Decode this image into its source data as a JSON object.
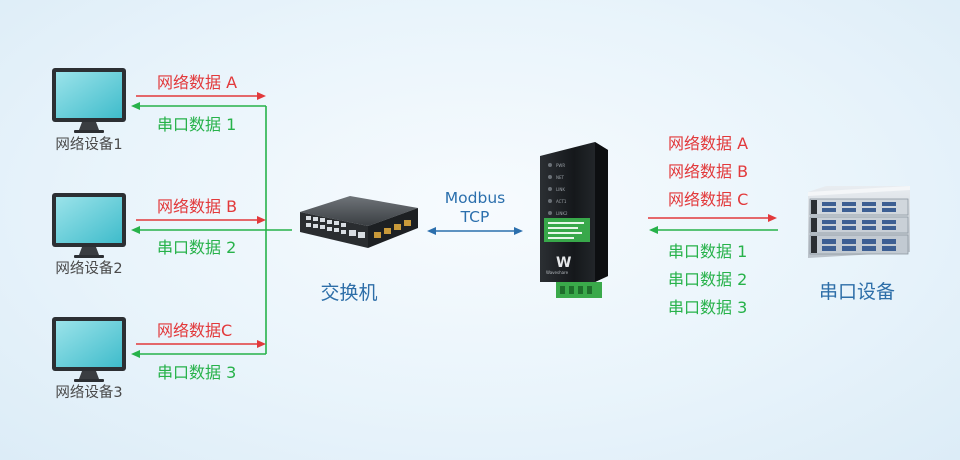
{
  "computers": [
    {
      "label": "网络设备1",
      "net_data": "网络数据 A",
      "serial_data": "串口数据 1"
    },
    {
      "label": "网络设备2",
      "net_data": "网络数据 B",
      "serial_data": "串口数据 2"
    },
    {
      "label": "网络设备3",
      "net_data": "网络数据C",
      "serial_data": "串口数据 3"
    }
  ],
  "switch": {
    "label": "交换机"
  },
  "protocol": {
    "line1": "Modbus",
    "line2": "TCP"
  },
  "gateway": {
    "brand_text": "Waveshare"
  },
  "right_net_data": [
    "网络数据 A",
    "网络数据 B",
    "网络数据 C"
  ],
  "right_serial_data": [
    "串口数据 1",
    "串口数据 2",
    "串口数据 3"
  ],
  "serial_device": {
    "label": "串口设备"
  },
  "colors": {
    "network": "#e2393b",
    "serial": "#27b24a",
    "protocol": "#2b6fad"
  }
}
